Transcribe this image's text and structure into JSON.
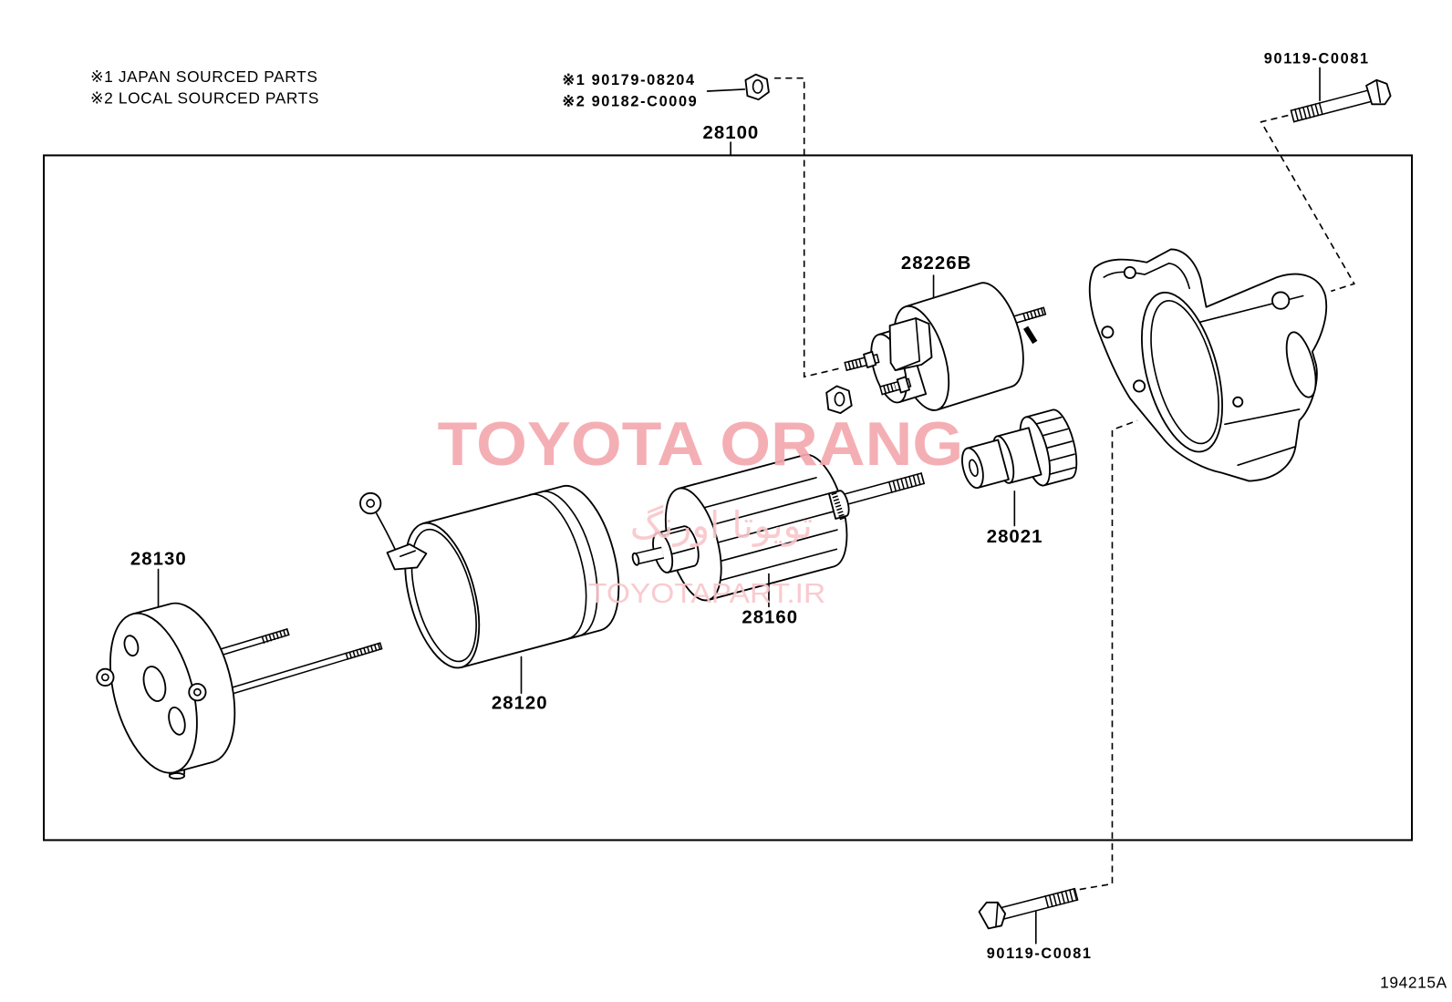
{
  "legend": {
    "japan": "※1 JAPAN SOURCED PARTS",
    "local": "※2 LOCAL SOURCED PARTS"
  },
  "callouts": {
    "nut_japan": "※1 90179-08204",
    "nut_local": "※2 90182-C0009",
    "bolt_top": "90119-C0081",
    "assembly": "28100",
    "solenoid": "28226B",
    "clutch": "28021",
    "armature": "28160",
    "end_frame": "28130",
    "yoke": "28120",
    "bolt_bottom": "90119-C0081"
  },
  "diagram_id": "194215A",
  "watermark": {
    "brand": "TOYOTA ORANG",
    "persian": "تویوتا اورنگ",
    "site": "TOYOTAPART.IR"
  },
  "colors": {
    "line": "#000000",
    "background": "#ffffff",
    "watermark_main": "#f4a9af",
    "watermark_light": "#f8c6ca"
  },
  "icons": [
    "nut-icon",
    "bolt-icon"
  ]
}
